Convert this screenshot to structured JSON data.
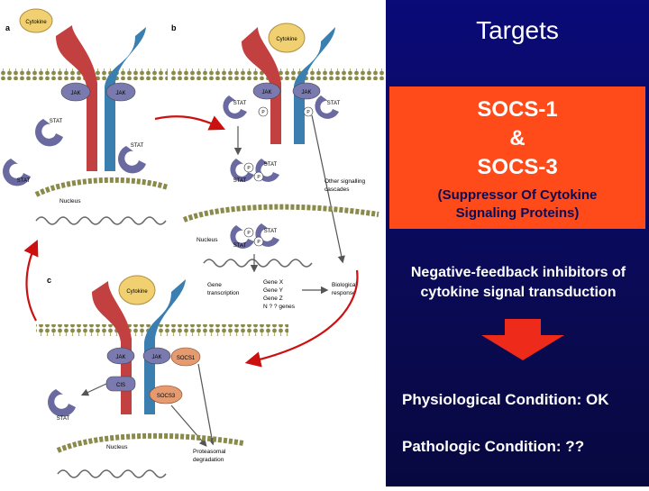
{
  "panel": {
    "title": "Targets",
    "socs_line1": "SOCS-1",
    "socs_line2": "&",
    "socs_line3": "SOCS-3",
    "socs_full_line1": "(Suppressor Of Cytokine",
    "socs_full_line2": "Signaling Proteins)",
    "neg_line1": "Negative-feedback inhibitors of",
    "neg_line2": "cytokine signal transduction",
    "physiological": "Physiological Condition: OK",
    "pathologic": "Pathologic Condition: ??"
  },
  "figure": {
    "panel_a": "a",
    "panel_b": "b",
    "panel_c": "c",
    "cytokine": "Cytokine",
    "jak": "JAK",
    "stat": "STAT",
    "nucleus": "Nucleus",
    "p": "P",
    "other_line1": "Other signalling",
    "other_line2": "cascades",
    "gene_x": "Gene X",
    "gene_y": "Gene Y",
    "gene_z": "Gene Z",
    "n_genes": "N ? ? genes",
    "gene_line1": "Gene",
    "gene_line2": "transcription",
    "bio_line1": "Biological",
    "bio_line2": "response",
    "socs1": "SOCS1",
    "cis": "CIS",
    "socs3": "SOCS3",
    "prot_line1": "Proteasomal",
    "prot_line2": "degradation"
  },
  "colors": {
    "panel_bg": "#0a0a55",
    "socs_box": "#ff4a1a",
    "arrow": "#cc1010",
    "receptor_red": "#c24040",
    "receptor_blue": "#3a7fb0",
    "stat": "#6a6aa0",
    "cytokine": "#f0d070",
    "socs": "#e59a70"
  },
  "icons": {
    "down_arrow": "down-arrow-icon",
    "curved_arrow": "curved-arrow-icon"
  }
}
